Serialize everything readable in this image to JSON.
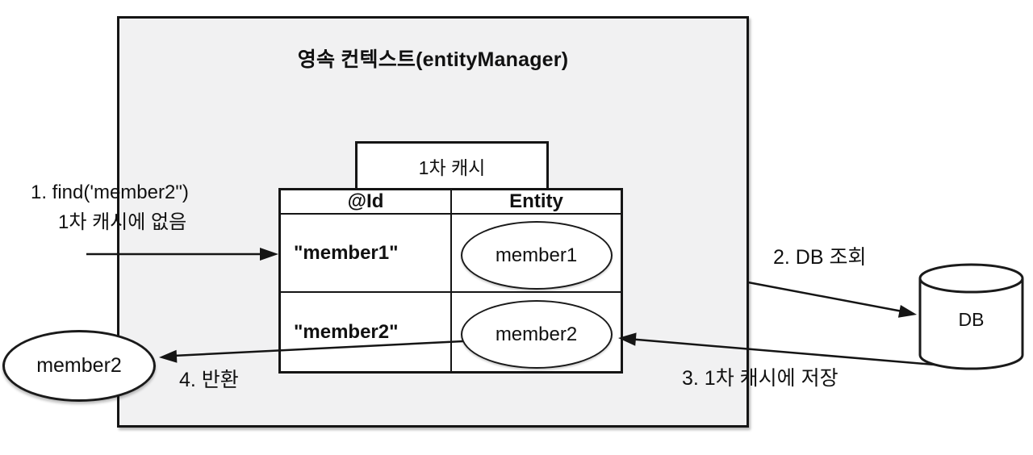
{
  "diagram": {
    "context": {
      "title": "영속 컨텍스트(entityManager)"
    },
    "cache": {
      "label": "1차 캐시",
      "columns": [
        "@Id",
        "Entity"
      ],
      "rows": [
        {
          "id": "\"member1\"",
          "entity": "member1"
        },
        {
          "id": "\"member2\"",
          "entity": "member2"
        }
      ]
    },
    "steps": {
      "step1_line1": "1. find('member2\")",
      "step1_line2": "1차 캐시에 없음",
      "step2": "2. DB 조회",
      "step3": "3. 1차 캐시에 저장",
      "step4": "4. 반환"
    },
    "database": {
      "label": "DB"
    },
    "result_entity": "member2",
    "colors": {
      "context_fill": "#f1f1f2",
      "line": "#151515",
      "background": "#ffffff"
    }
  }
}
